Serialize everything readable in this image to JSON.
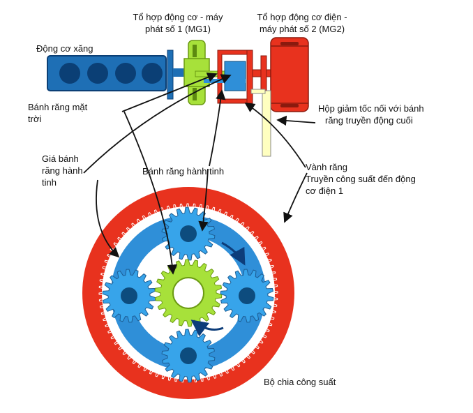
{
  "labels": {
    "mg1_line1": "Tổ hợp động cơ - máy",
    "mg1_line2": "phát số 1 (MG1)",
    "mg2_line1": "Tổ hợp động cơ điện -",
    "mg2_line2": "máy phát số 2 (MG2)",
    "engine": "Động cơ xăng",
    "sun_gear_line1": "Bánh răng mặt",
    "sun_gear_line2": "trời",
    "reducer_line1": "Hộp giảm tốc nối với bánh",
    "reducer_line2": "răng truyền động cuối",
    "carrier_line1": "Giá bánh",
    "carrier_line2": "răng hành",
    "carrier_line3": "tinh",
    "planet_gear": "Bánh răng hành tinh",
    "ring_line1": "Vành răng",
    "ring_line2": "Truyền công suất đến động",
    "ring_line3": "cơ điện 1",
    "power_split": "Bộ chia công suất"
  },
  "colors": {
    "engine": "#1e6fb5",
    "engine_cylinder": "#0b3f75",
    "mg1": "#a7e13a",
    "mg2": "#e8321e",
    "ring_gear": "#e8321e",
    "carrier": "#2f8fd8",
    "planet_gear": "#37a4ea",
    "planet_hub": "#0d4c7e",
    "sun_gear": "#a7e13a",
    "shaft": "#ffffc0",
    "arrow": "#111111"
  }
}
